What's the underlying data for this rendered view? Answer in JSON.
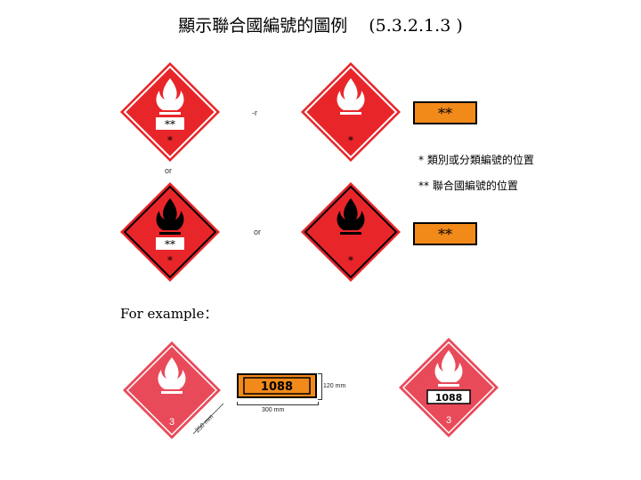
{
  "heading": {
    "title": "顯示聯合國編號的圖例",
    "reference": "(5.3.2.1.3 )"
  },
  "labels": {
    "class_mark": "*",
    "un_mark": "**",
    "class_digit": "3",
    "un_number": "1088",
    "separator_or": "or"
  },
  "legend": {
    "class_note": "* 類別或分類編號的位置",
    "un_note": "** 聯合國編號的位置"
  },
  "example": {
    "label": "For example："
  },
  "dimensions": {
    "label_size": "250 mm",
    "panel_width": "300 mm",
    "panel_height": "120 mm"
  },
  "colors": {
    "label_red": "#e8262a",
    "example_red": "#e84a5a",
    "panel_orange": "#f28a1a"
  }
}
